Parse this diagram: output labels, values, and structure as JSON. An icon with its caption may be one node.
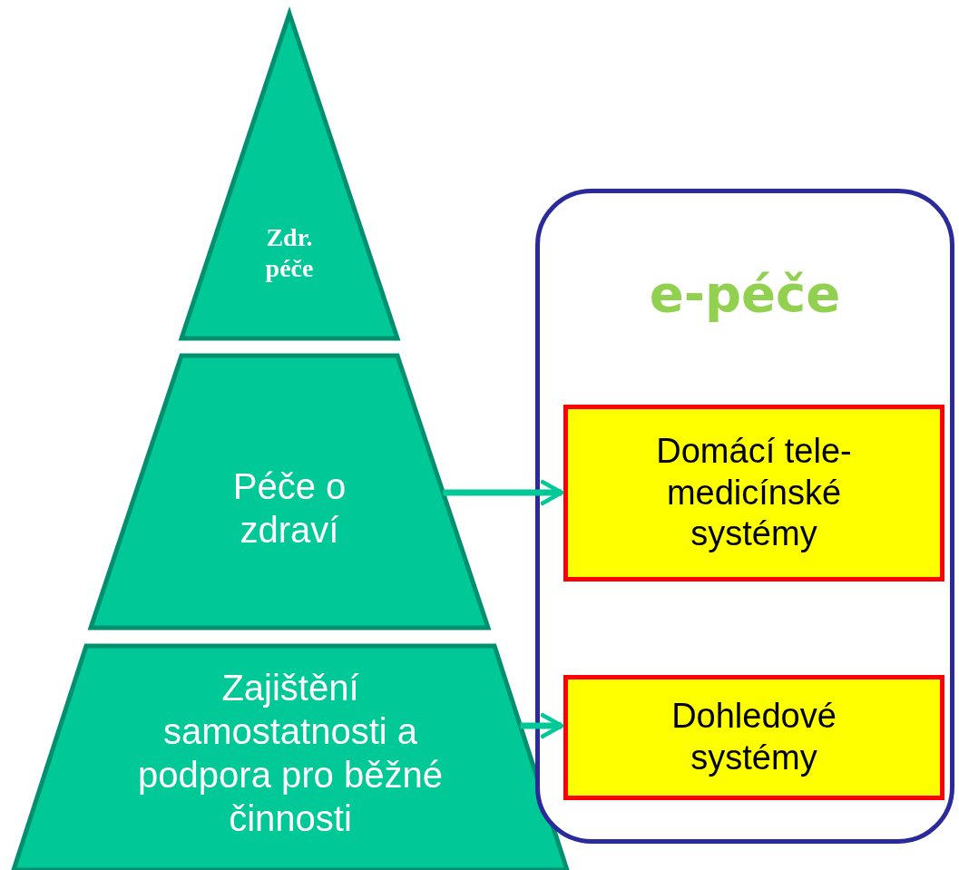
{
  "diagram": {
    "nodes": [
      {
        "text": [
          "Zdr. péče"
        ]
      },
      {
        "text": [
          "Péče o zdraví"
        ]
      },
      {
        "text": [
          "Zajištění samostatnosti a podpora pro běžné činnosti"
        ]
      },
      {
        "text": [
          "e-péče"
        ]
      },
      {
        "text": [
          "Domácí tele-medicínské systémy"
        ],
        "in": 3
      },
      {
        "text": [
          "Dohledové systémy"
        ],
        "in": 3
      }
    ],
    "edges": [
      {
        "from": 1,
        "to": 4,
        "arrow": "to"
      },
      {
        "from": 2,
        "to": 5,
        "arrow": "to"
      }
    ]
  }
}
